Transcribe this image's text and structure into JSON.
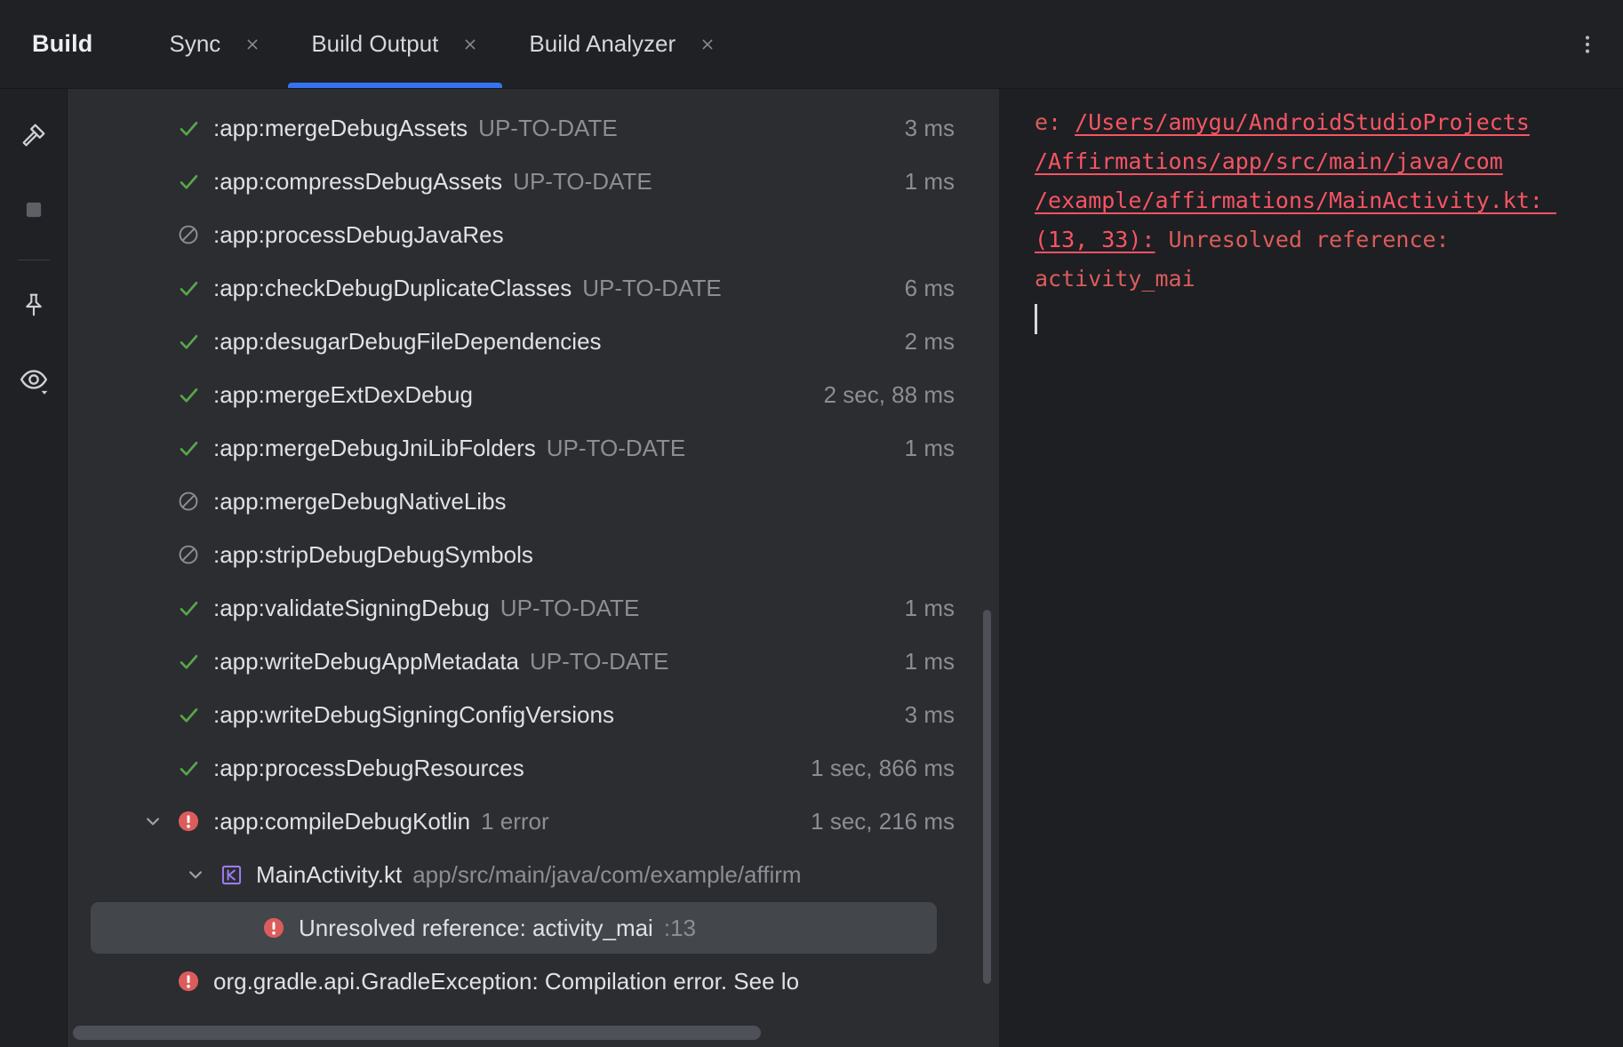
{
  "header": {
    "title": "Build",
    "tabs": [
      {
        "label": "Sync",
        "active": false
      },
      {
        "label": "Build Output",
        "active": true
      },
      {
        "label": "Build Analyzer",
        "active": false
      }
    ]
  },
  "toolbar": {
    "groups": [
      [
        "hammer-icon",
        "stop-icon"
      ],
      [
        "pin-icon",
        "eye-icon"
      ]
    ]
  },
  "tree": {
    "rows": [
      {
        "level": 0,
        "chevron": false,
        "icon": "success-check-icon",
        "label": ":app:mergeDebugAssets",
        "suffix": "UP-TO-DATE",
        "time": "3 ms",
        "selected": false
      },
      {
        "level": 0,
        "chevron": false,
        "icon": "success-check-icon",
        "label": ":app:compressDebugAssets",
        "suffix": "UP-TO-DATE",
        "time": "1 ms",
        "selected": false
      },
      {
        "level": 0,
        "chevron": false,
        "icon": "skipped-icon",
        "label": ":app:processDebugJavaRes",
        "suffix": "",
        "time": "",
        "selected": false
      },
      {
        "level": 0,
        "chevron": false,
        "icon": "success-check-icon",
        "label": ":app:checkDebugDuplicateClasses",
        "suffix": "UP-TO-DATE",
        "time": "6 ms",
        "selected": false
      },
      {
        "level": 0,
        "chevron": false,
        "icon": "success-check-icon",
        "label": ":app:desugarDebugFileDependencies",
        "suffix": "",
        "time": "2 ms",
        "selected": false
      },
      {
        "level": 0,
        "chevron": false,
        "icon": "success-check-icon",
        "label": ":app:mergeExtDexDebug",
        "suffix": "",
        "time": "2 sec, 88 ms",
        "selected": false
      },
      {
        "level": 0,
        "chevron": false,
        "icon": "success-check-icon",
        "label": ":app:mergeDebugJniLibFolders",
        "suffix": "UP-TO-DATE",
        "time": "1 ms",
        "selected": false
      },
      {
        "level": 0,
        "chevron": false,
        "icon": "skipped-icon",
        "label": ":app:mergeDebugNativeLibs",
        "suffix": "",
        "time": "",
        "selected": false
      },
      {
        "level": 0,
        "chevron": false,
        "icon": "skipped-icon",
        "label": ":app:stripDebugDebugSymbols",
        "suffix": "",
        "time": "",
        "selected": false
      },
      {
        "level": 0,
        "chevron": false,
        "icon": "success-check-icon",
        "label": ":app:validateSigningDebug",
        "suffix": "UP-TO-DATE",
        "time": "1 ms",
        "selected": false
      },
      {
        "level": 0,
        "chevron": false,
        "icon": "success-check-icon",
        "label": ":app:writeDebugAppMetadata",
        "suffix": "UP-TO-DATE",
        "time": "1 ms",
        "selected": false
      },
      {
        "level": 0,
        "chevron": false,
        "icon": "success-check-icon",
        "label": ":app:writeDebugSigningConfigVersions",
        "suffix": "",
        "time": "3 ms",
        "selected": false
      },
      {
        "level": 0,
        "chevron": false,
        "icon": "success-check-icon",
        "label": ":app:processDebugResources",
        "suffix": "",
        "time": "1 sec, 866 ms",
        "selected": false
      },
      {
        "level": 0,
        "chevron": true,
        "icon": "error-icon",
        "label": ":app:compileDebugKotlin",
        "suffix": "1 error",
        "time": "1 sec, 216 ms",
        "selected": false
      },
      {
        "level": 1,
        "chevron": true,
        "icon": "kotlin-file-icon",
        "label": "MainActivity.kt",
        "suffix": "app/src/main/java/com/example/affirm",
        "time": "",
        "selected": false
      },
      {
        "level": 2,
        "chevron": false,
        "icon": "error-icon",
        "label": "Unresolved reference: activity_mai",
        "suffix": ":13",
        "time": "",
        "selected": true
      },
      {
        "level": 0,
        "chevron": false,
        "icon": "error-icon",
        "label": "org.gradle.api.GradleException: Compilation error. See lo",
        "suffix": "",
        "time": "",
        "selected": false
      }
    ]
  },
  "console": {
    "lines": [
      [
        {
          "t": "text",
          "s": "e: "
        },
        {
          "t": "link",
          "s": "/Users/amygu/AndroidStudioProjects"
        }
      ],
      [
        {
          "t": "link",
          "s": "/Affirmations/app/src/main/java/com"
        }
      ],
      [
        {
          "t": "link",
          "s": "/example/affirmations/MainActivity.kt: "
        }
      ],
      [
        {
          "t": "link",
          "s": "(13, 33):"
        },
        {
          "t": "text",
          "s": " Unresolved reference:"
        }
      ],
      [
        {
          "t": "text",
          "s": "activity_mai"
        }
      ]
    ]
  },
  "colors": {
    "accent": "#3574F0",
    "green": "#57A64A",
    "red": "#DB5C5C",
    "purple": "#9D7BF5",
    "selection": "#43464B",
    "console-error": "#DB5C5C",
    "console-link": "#F75464"
  }
}
